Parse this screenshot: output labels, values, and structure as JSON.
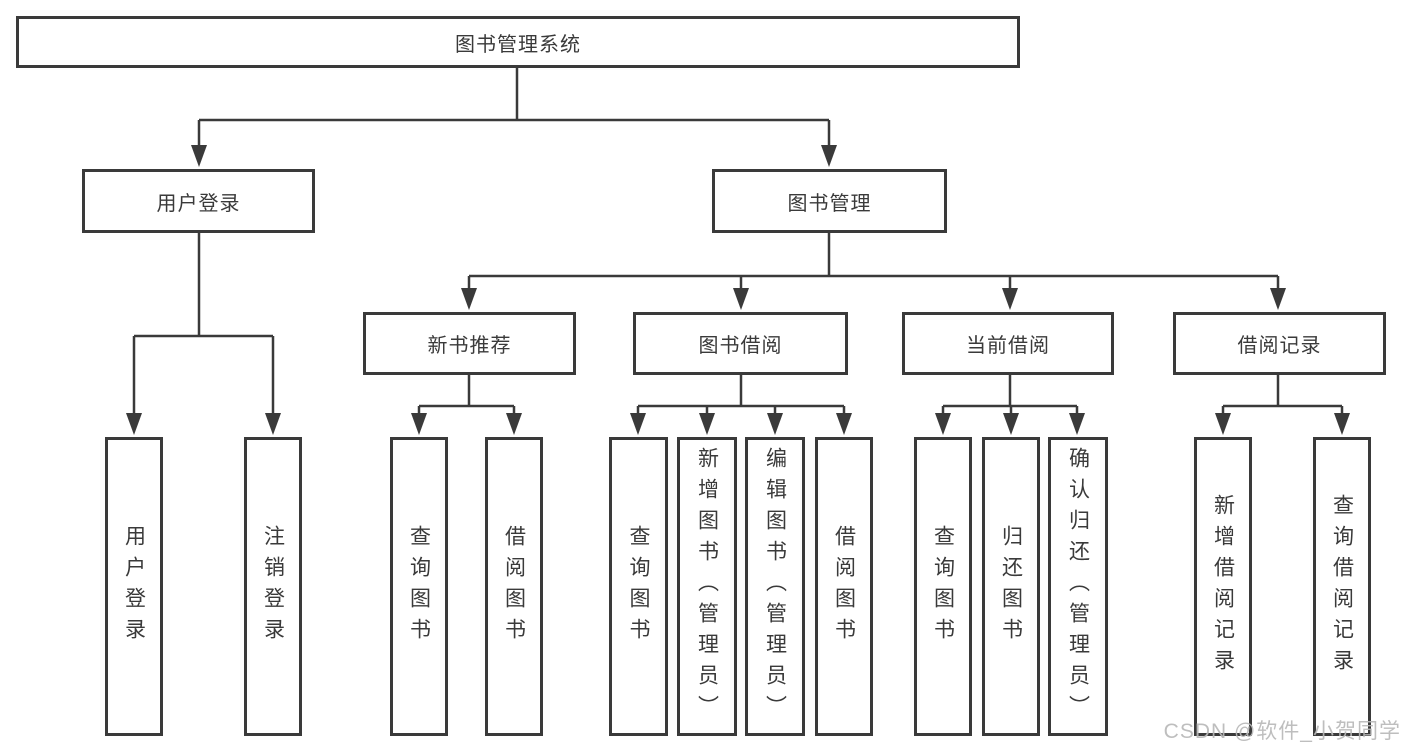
{
  "tree": {
    "label": "图书管理系统",
    "children": [
      {
        "label": "用户登录",
        "children": [
          {
            "label": "用户登录"
          },
          {
            "label": "注销登录"
          }
        ]
      },
      {
        "label": "图书管理",
        "children": [
          {
            "label": "新书推荐",
            "children": [
              {
                "label": "查询图书"
              },
              {
                "label": "借阅图书"
              }
            ]
          },
          {
            "label": "图书借阅",
            "children": [
              {
                "label": "查询图书"
              },
              {
                "label": "新增图书（管理员）"
              },
              {
                "label": "编辑图书（管理员）"
              },
              {
                "label": "借阅图书"
              }
            ]
          },
          {
            "label": "当前借阅",
            "children": [
              {
                "label": "查询图书"
              },
              {
                "label": "归还图书"
              },
              {
                "label": "确认归还（管理员）"
              }
            ]
          },
          {
            "label": "借阅记录",
            "children": [
              {
                "label": "新增借阅记录"
              },
              {
                "label": "查询借阅记录"
              }
            ]
          }
        ]
      }
    ]
  },
  "watermark": {
    "text": "CSDN @软件_小贺同学"
  },
  "colors": {
    "line": "#3a3a3a",
    "text": "#3a3a3a",
    "background": "#ffffff",
    "watermark": "#b9b9b9"
  }
}
